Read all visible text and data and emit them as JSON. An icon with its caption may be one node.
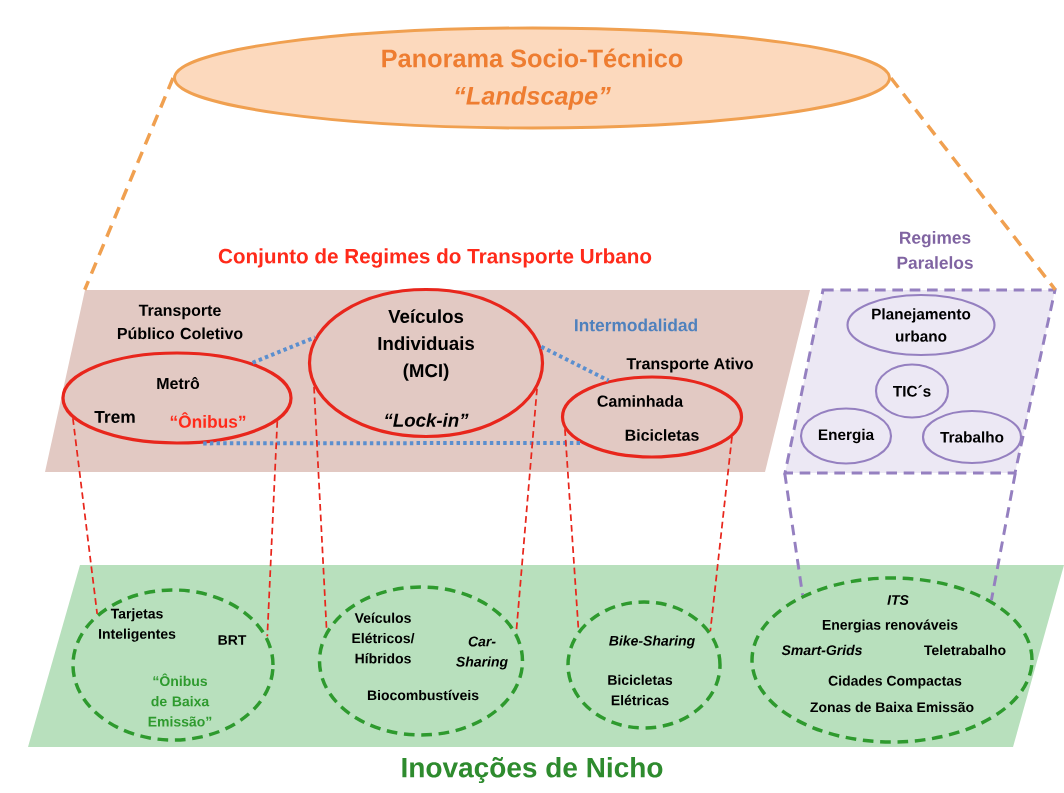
{
  "diagram": {
    "nodes": [
      {
        "text": [
          "Panorama Socio-Técnico",
          "“Landscape”"
        ]
      },
      {
        "text": [
          "Conjunto de Regimes do Transporte Urbano"
        ]
      },
      {
        "text": [
          "Metrô",
          "Trem",
          "“Ônibus”"
        ],
        "beside": [
          "Transporte Público Coletivo"
        ],
        "in": 1
      },
      {
        "text": [
          "Veículos Individuais (MCI)",
          "“Lock-in”"
        ],
        "in": 1
      },
      {
        "text": [
          "Caminhada",
          "Bicicletas"
        ],
        "beside": [
          "Transporte Ativo"
        ],
        "in": 1
      },
      {
        "text": [
          "Regimes Paralelos"
        ]
      },
      {
        "text": [
          "Planejamento urbano"
        ],
        "in": 5
      },
      {
        "text": [
          "TIC´s"
        ],
        "in": 5
      },
      {
        "text": [
          "Energia"
        ],
        "in": 5
      },
      {
        "text": [
          "Trabalho"
        ],
        "in": 5
      },
      {
        "text": [
          "Inovações de Nicho"
        ]
      },
      {
        "text": [
          "Tarjetas Inteligentes",
          "BRT",
          "“Ônibus de Baixa Emissão”"
        ],
        "in": 10
      },
      {
        "text": [
          "Veículos Elétricos/ Híbridos",
          "Car-Sharing",
          "Biocombustíveis"
        ],
        "in": 10
      },
      {
        "text": [
          "Bike-Sharing",
          "Bicicletas Elétricas"
        ],
        "in": 10
      },
      {
        "text": [
          "ITS",
          "Energias renováveis",
          "Smart-Grids",
          "Teletrabalho",
          "Cidades Compactas",
          "Zonas de Baixa Emissão"
        ],
        "in": 10
      }
    ],
    "edges": [
      {
        "from": 0,
        "to": 1,
        "arrow": "none",
        "style": "dashed",
        "color": "#f0a050"
      },
      {
        "from": 0,
        "to": 5,
        "arrow": "none",
        "style": "dashed",
        "color": "#f0a050"
      },
      {
        "from": 2,
        "to": 3,
        "arrow": "none",
        "style": "dashed",
        "color": "#5b8fcf"
      },
      {
        "from": 3,
        "to": 4,
        "arrow": "none",
        "style": "dashed",
        "color": "#5b8fcf"
      },
      {
        "from": 2,
        "to": 4,
        "arrow": "none",
        "style": "dashed",
        "color": "#5b8fcf"
      },
      {
        "from": 2,
        "to": 11,
        "arrow": "none",
        "style": "dashed"
      },
      {
        "from": 2,
        "to": 11,
        "arrow": "none",
        "style": "dashed"
      },
      {
        "from": 3,
        "to": 12,
        "arrow": "none",
        "style": "dashed"
      },
      {
        "from": 3,
        "to": 12,
        "arrow": "none",
        "style": "dashed"
      },
      {
        "from": 4,
        "to": 13,
        "arrow": "none",
        "style": "dashed"
      },
      {
        "from": 4,
        "to": 13,
        "arrow": "none",
        "style": "dashed"
      },
      {
        "from": 5,
        "to": 14,
        "arrow": "none",
        "style": "dashed",
        "color": "#9580c0"
      },
      {
        "from": 5,
        "to": 14,
        "arrow": "none",
        "style": "dashed",
        "color": "#9580c0"
      }
    ],
    "labels": [
      "Intermodalidad"
    ]
  }
}
